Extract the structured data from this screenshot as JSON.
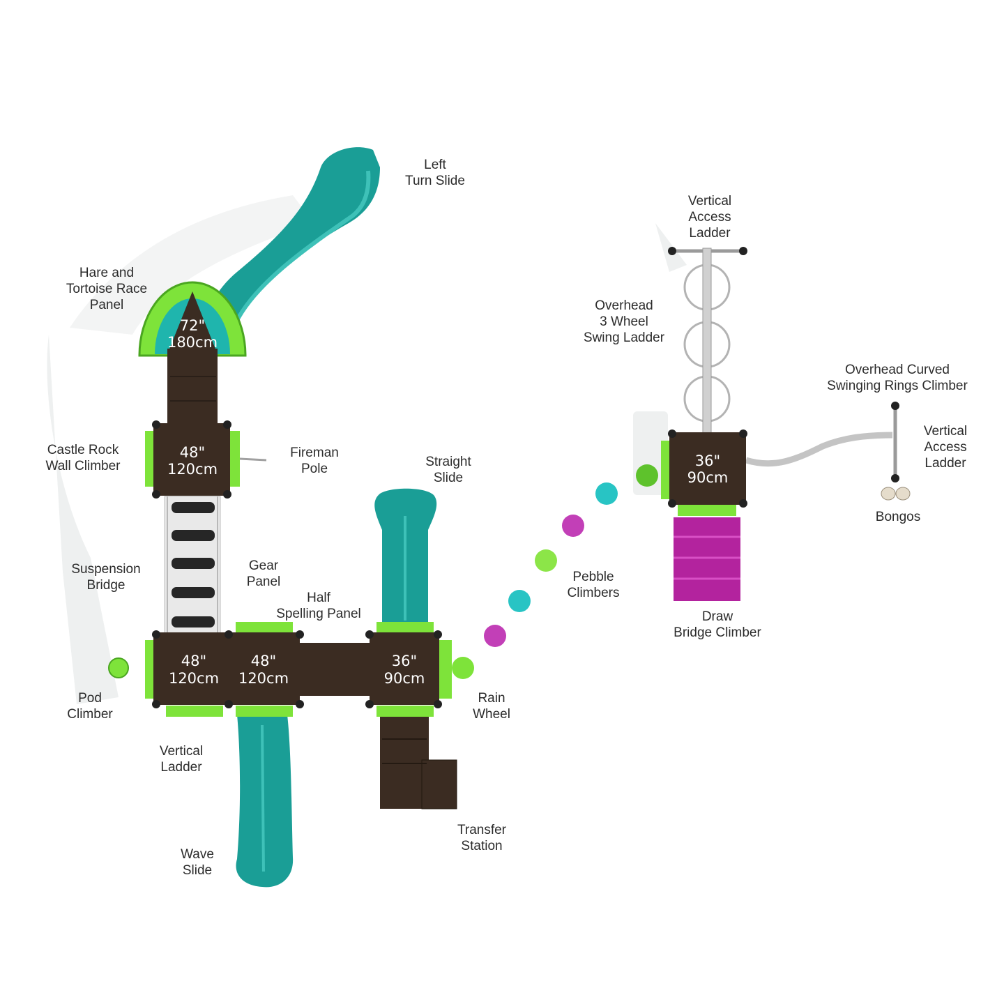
{
  "labels": {
    "left_turn_slide": [
      "Left",
      "Turn Slide"
    ],
    "hare_tortoise": [
      "Hare and",
      "Tortoise Race",
      "Panel"
    ],
    "castle_rock": [
      "Castle Rock",
      "Wall Climber"
    ],
    "fireman_pole": [
      "Fireman",
      "Pole"
    ],
    "straight_slide": [
      "Straight",
      "Slide"
    ],
    "suspension_bridge": [
      "Suspension",
      "Bridge"
    ],
    "gear_panel": [
      "Gear",
      "Panel"
    ],
    "half_spelling": [
      "Half",
      "Spelling Panel"
    ],
    "pod_climber": [
      "Pod",
      "Climber"
    ],
    "vertical_ladder": [
      "Vertical",
      "Ladder"
    ],
    "rain_wheel": [
      "Rain",
      "Wheel"
    ],
    "transfer_station": [
      "Transfer",
      "Station"
    ],
    "wave_slide": [
      "Wave",
      "Slide"
    ],
    "pebble_climbers": [
      "Pebble",
      "Climbers"
    ],
    "vertical_access_top": [
      "Vertical",
      "Access",
      "Ladder"
    ],
    "overhead_swing": [
      "Overhead",
      "3 Wheel",
      "Swing Ladder"
    ],
    "overhead_rings": [
      "Overhead Curved",
      "Swinging Rings Climber"
    ],
    "vertical_access_right": [
      "Vertical",
      "Access",
      "Ladder"
    ],
    "bongos": [
      "Bongos"
    ],
    "draw_bridge": [
      "Draw",
      "Bridge Climber"
    ]
  },
  "decks": {
    "top": [
      "72\"",
      "180cm"
    ],
    "upper": [
      "48\"",
      "120cm"
    ],
    "lower_left": [
      "48\"",
      "120cm"
    ],
    "lower_mid": [
      "48\"",
      "120cm"
    ],
    "lower_right": [
      "36\"",
      "90cm"
    ],
    "right_tower": [
      "36\"",
      "90cm"
    ]
  },
  "colors": {
    "slide_teal": "#1a9e96",
    "panel_green": "#7ee33a",
    "deck_brown": "#3b2c22",
    "draw_bridge_magenta": "#b3239e",
    "steel": "#c9c9c9"
  }
}
